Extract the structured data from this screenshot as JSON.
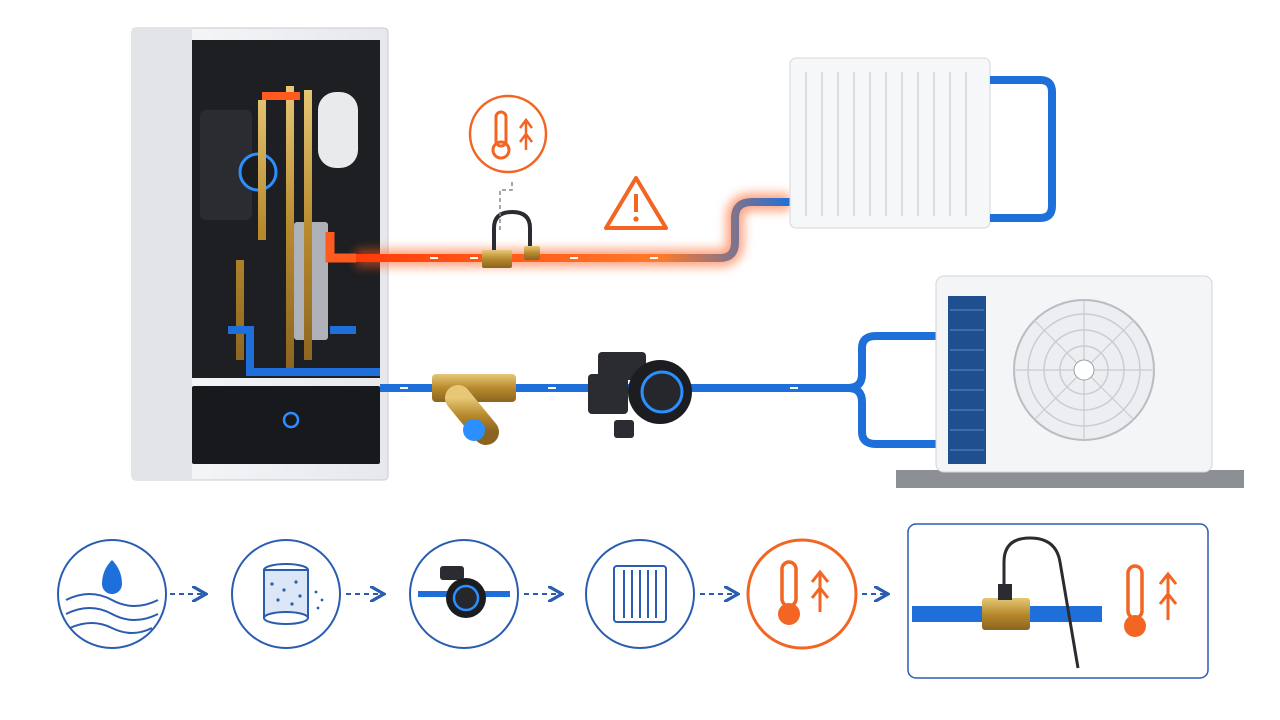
{
  "diagram": {
    "text_labels": [],
    "components": {
      "indoor_unit": "hydraulic-module",
      "radiator": "panel-radiator",
      "outdoor_unit": "heat-pump-outdoor-unit",
      "strainer": "y-strainer",
      "pump": "circulation-pump",
      "sensor": "pipe-temperature-sensor",
      "warning": "warning-triangle-icon",
      "temperature_alert": "temperature-rising-icon"
    },
    "flow_sequence": [
      {
        "step": 1,
        "icon": "water-drop-waves-icon",
        "highlight": false
      },
      {
        "step": 2,
        "icon": "filter-cartridge-icon",
        "highlight": false
      },
      {
        "step": 3,
        "icon": "circulation-pump-icon",
        "highlight": false
      },
      {
        "step": 4,
        "icon": "plate-heat-exchanger-icon",
        "highlight": false
      },
      {
        "step": 5,
        "icon": "temperature-rising-icon",
        "highlight": true
      },
      {
        "step": 6,
        "icon": "pipe-sensor-closeup",
        "highlight": true
      }
    ],
    "colors": {
      "cold_pipe": "#1e6fd9",
      "hot_pipe": "#ff5a1f",
      "alert": "#f26522",
      "outline": "#2a5db0",
      "brass": "#c9a24a",
      "unit_body": "#f3f4f6",
      "dark_panel": "#1d1f23"
    }
  }
}
